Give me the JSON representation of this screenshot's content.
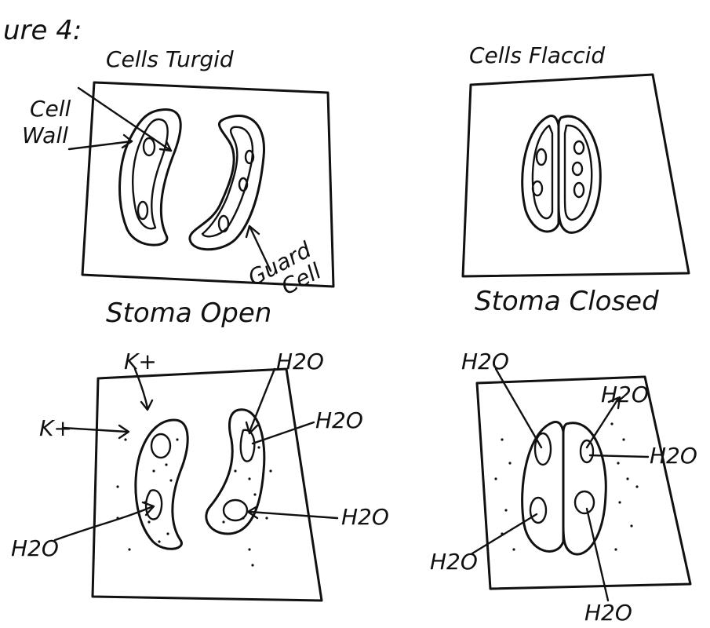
{
  "figure_title": "ure 4:",
  "panels": {
    "turgid": {
      "title": "Cells Turgid",
      "label_cell_wall_1": "Cell",
      "label_cell_wall_2": "Wall",
      "label_guard_1": "Guard",
      "label_guard_2": "Cell"
    },
    "flaccid": {
      "title": "Cells Flaccid"
    },
    "open": {
      "title": "Stoma Open",
      "k_top": "K+",
      "k_left": "K+",
      "h2o_top": "H2O",
      "h2o_right_top": "H2O",
      "h2o_right_bottom": "H2O",
      "h2o_left_bottom": "H2O"
    },
    "closed": {
      "title": "Stoma Closed",
      "h2o_top_left": "H2O",
      "h2o_top_right": "H2O",
      "h2o_right": "H2O",
      "h2o_bottom_left": "H2O",
      "h2o_bottom": "H2O"
    }
  }
}
